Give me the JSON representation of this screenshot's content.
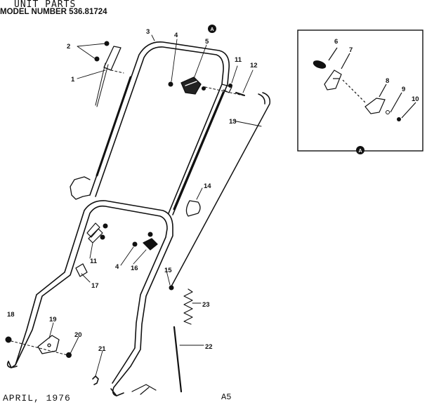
{
  "header": {
    "line1": "UNIT PARTS",
    "line2": "MODEL NUMBER 536.81724"
  },
  "footer": {
    "date": "APRIL, 1976",
    "page": "A5"
  },
  "detail_marker": "A",
  "callouts": [
    "1",
    "2",
    "3",
    "4",
    "5",
    "6",
    "7",
    "8",
    "9",
    "10",
    "11",
    "12",
    "13",
    "14",
    "15",
    "16",
    "17",
    "18",
    "19",
    "20",
    "21",
    "22",
    "23",
    "11",
    "4"
  ]
}
